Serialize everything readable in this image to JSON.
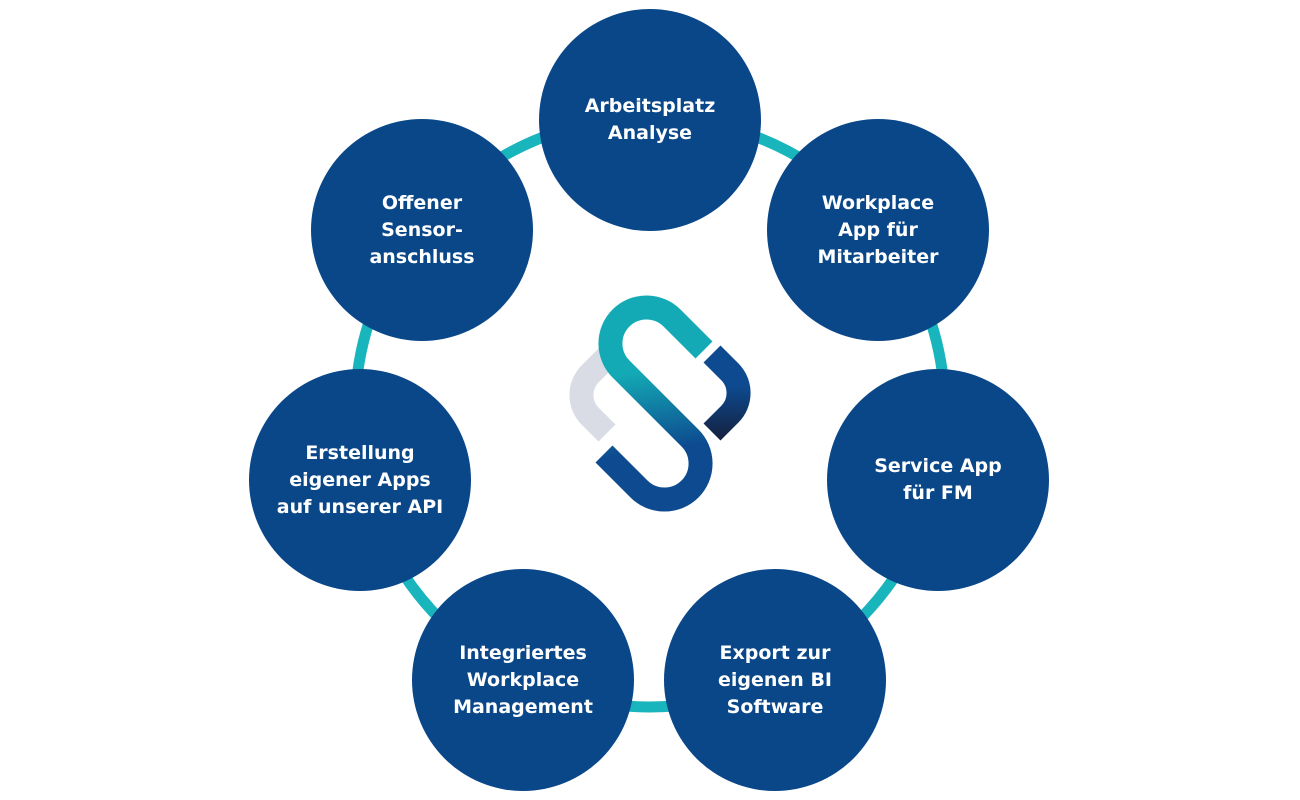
{
  "colors": {
    "node": "#0a4788",
    "ring": "#19b5bd",
    "logo_teal": "#13aab5",
    "logo_blue": "#0d4a8f",
    "logo_gray": "#d9dce4",
    "logo_dark": "#15213f"
  },
  "nodes": [
    {
      "lines": [
        "Arbeitsplatz",
        "Analyse"
      ]
    },
    {
      "lines": [
        "Workplace",
        "App für",
        "Mitarbeiter"
      ]
    },
    {
      "lines": [
        "Service App",
        "für FM"
      ]
    },
    {
      "lines": [
        "Export zur",
        "eigenen BI",
        "Software"
      ]
    },
    {
      "lines": [
        "Integriertes",
        "Workplace",
        "Management"
      ]
    },
    {
      "lines": [
        "Erstellung",
        "eigener Apps",
        "auf unserer API"
      ]
    },
    {
      "lines": [
        "Offener",
        "Sensor-",
        "anschluss"
      ]
    }
  ]
}
